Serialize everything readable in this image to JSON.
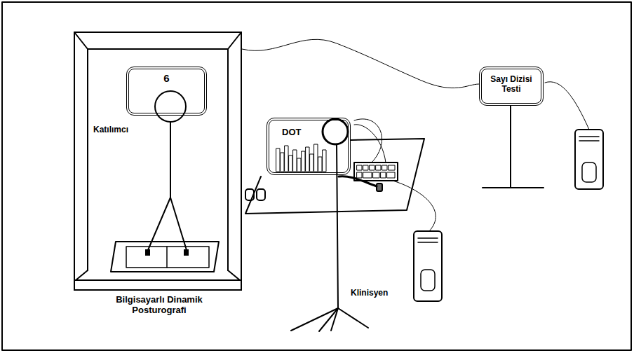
{
  "diagram": {
    "nodes": [
      {
        "text": [
          "Bilgisayarlı Dinamik Posturografi"
        ]
      },
      {
        "text": [
          "6"
        ],
        "in": 0
      },
      {
        "text": [
          "DOT"
        ]
      },
      {
        "text": [
          "Sayı Dizisi Testi"
        ]
      }
    ],
    "edges": [
      {
        "from": 0,
        "to": 3,
        "arrow": "none"
      }
    ],
    "labels": [
      "Katılımcı",
      "Klinisyen"
    ]
  }
}
